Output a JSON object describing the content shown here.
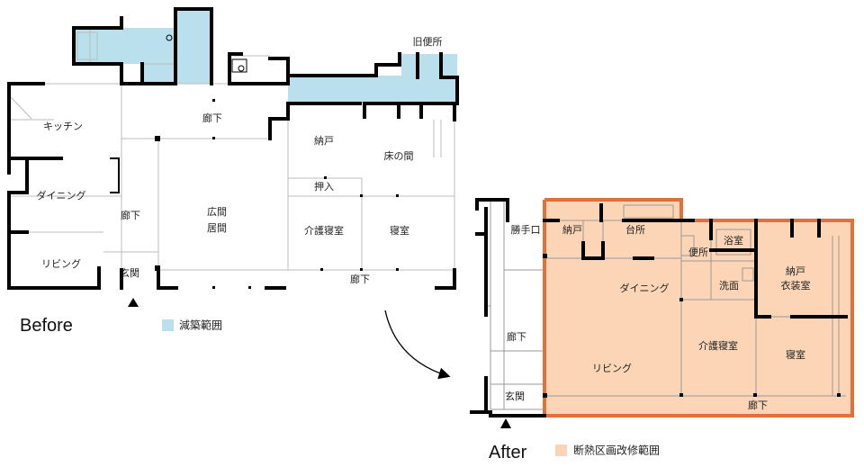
{
  "before": {
    "caption": "Before",
    "legend_label": "減築範囲",
    "legend_color": "#b9e0ec",
    "rooms": {
      "kitchen": "キッチン",
      "dining": "ダイニング",
      "living": "リビング",
      "corridor_left": "廊下",
      "genkan": "玄関",
      "corridor_top": "廊下",
      "hiroma": "広間",
      "ima": "居間",
      "nando": "納戸",
      "tokonoma": "床の間",
      "oshiire": "押入",
      "kaigo": "介護寝室",
      "shinshitsu": "寝室",
      "corridor_bottom": "廊下",
      "old_toilet": "旧便所"
    }
  },
  "after": {
    "caption": "After",
    "legend_label": "断熱区画改修範囲",
    "legend_color": "#fbd5b5",
    "outline_color": "#e2703a",
    "rooms": {
      "katteguchi": "勝手口",
      "nando": "納戸",
      "daidokoro": "台所",
      "benjo": "便所",
      "yokushitsu": "浴室",
      "senmen": "洗面",
      "nando2": "納戸",
      "ishoshitsu": "衣装室",
      "dining": "ダイニング",
      "kaigo": "介護寝室",
      "shinshitsu": "寝室",
      "living": "リビング",
      "corridor_left": "廊下",
      "genkan": "玄関",
      "corridor_bottom": "廊下"
    }
  }
}
